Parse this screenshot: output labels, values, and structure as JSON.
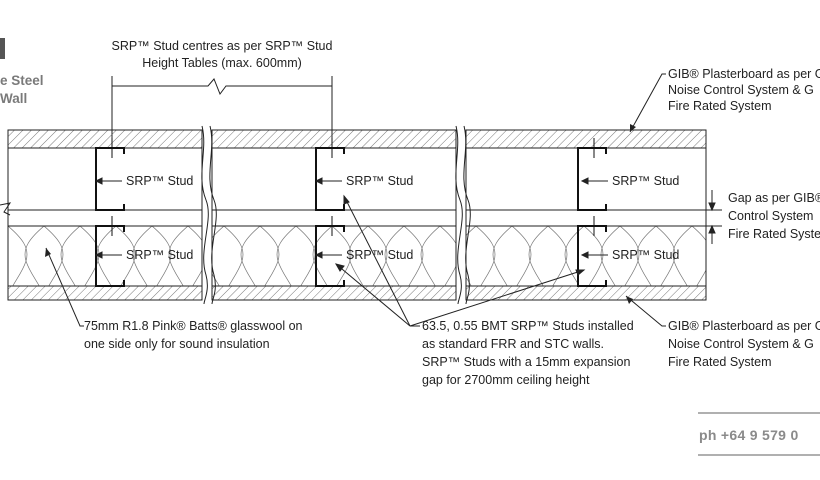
{
  "title_fragment": {
    "line1": "e Steel",
    "line2": "Wall"
  },
  "labels": {
    "stud_centres_line1": "SRP™ Stud centres as per SRP™ Stud",
    "stud_centres_line2": "Height Tables (max. 600mm)",
    "stud_upper": "SRP™ Stud",
    "stud_lower": "SRP™ Stud",
    "gib_top_line1": "GIB® Plasterboard as per G",
    "gib_top_line2": "Noise Control System & G",
    "gib_top_line3": "Fire Rated System",
    "gap_line1": "Gap as per GIB®",
    "gap_line2": "Control System",
    "gap_line3": "Fire Rated Syste",
    "insulation_line1": "75mm R1.8 Pink® Batts® glasswool on",
    "insulation_line2": "one side only for sound insulation",
    "studs_line1": "63.5, 0.55 BMT SRP™ Studs installed",
    "studs_line2": "as standard FRR and STC walls.",
    "studs_line3": "SRP™ Studs with a 15mm expansion",
    "studs_line4": "gap for 2700mm ceiling height",
    "gib_bottom_line1": "GIB® Plasterboard as per G",
    "gib_bottom_line2": "Noise Control System & G",
    "gib_bottom_line3": "Fire Rated System"
  },
  "contact": {
    "phone": "ph +64 9 579 0"
  },
  "colors": {
    "line": "#222222",
    "accent_gray": "#7a7a7a",
    "dark_block": "#555555"
  }
}
